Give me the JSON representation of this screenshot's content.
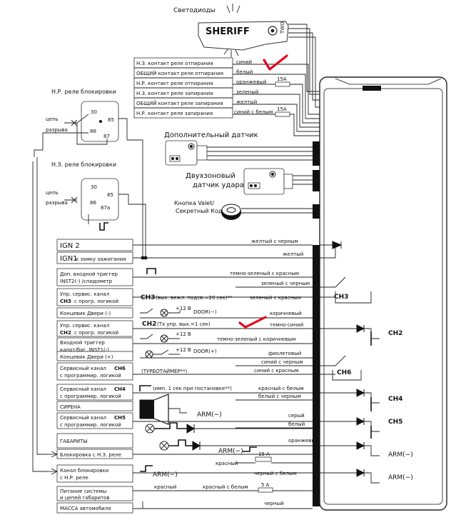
{
  "leds_label": "Светодиоды",
  "brand": "SHERIFF",
  "brand_suffix": "TWO",
  "relay_contacts": [
    {
      "label": "Н.З. контакт реле отпирания",
      "wire": "синий"
    },
    {
      "label": "ОБЩИЙ контакт реле отпирания",
      "wire": "белый"
    },
    {
      "label": "Н.Р. контакт реле отпирания",
      "wire": "оранжевый",
      "fuse": "15A"
    },
    {
      "label": "Н.З. контакт реле запирания",
      "wire": "зеленый"
    },
    {
      "label": "ОБЩИЙ контакт реле запирания",
      "wire": "желтый"
    },
    {
      "label": "Н.Р. контакт реле запирания",
      "wire": "синий с белым",
      "fuse": "15A"
    }
  ],
  "relay_nr": {
    "title": "Н.Р. реле блокировки",
    "circuit": [
      "цепь",
      "разрыва"
    ],
    "pins": [
      "30",
      "85",
      "86",
      "87"
    ]
  },
  "relay_nz": {
    "title": "Н.З. реле блокировки",
    "circuit": [
      "цепь",
      "разрыва"
    ],
    "pins": [
      "30",
      "85",
      "86",
      "87a"
    ]
  },
  "extra_sensor": "Дополнительный датчик",
  "shock_sensor": [
    "Двухзоновый",
    "датчик удара"
  ],
  "valet": [
    "Кнопка Valet/",
    "Секретный Код"
  ],
  "left_boxes": {
    "ign2": "IGN 2",
    "ign1": "IGN1",
    "ign1_sub": "к замку зажигания",
    "inst2": [
      "Доп. входной триггер",
      "INST2(-) /спидометр"
    ],
    "ch3": [
      "Упр. сервис. канал",
      "СН3",
      "с прогр. логикой"
    ],
    "door_minus": "Концевик Двери (-)",
    "ch2": [
      "Упр. сервис. канал",
      "СН2",
      "с прогр. логикой"
    ],
    "inst1": [
      "Входной триггер",
      "капот/баг. INST1(-)"
    ],
    "door_plus": "Концевик Двери (+)",
    "ch6": [
      "Сервисный канал",
      "СН6",
      "с программир. логикой"
    ],
    "ch4": [
      "Сервисный канал",
      "СН4",
      "с программир. логикой"
    ],
    "siren": "СИРЕНА",
    "ch5": [
      "Сервисный канал",
      "СН5",
      "с программир. логикой"
    ],
    "parking": "ГАБАРИТЫ",
    "nz_block": "Блокировка с Н.З. реле",
    "nr_block": [
      "Канал блокировки",
      "с Н.Р. реле"
    ],
    "power": [
      "Питание системы",
      "и цепей габаритов"
    ],
    "ground": "МАССА автомобиля"
  },
  "wires": {
    "w_ign2": "желтый с черным",
    "w_ign1": "желтый",
    "w_inst2": "темно-зеленый с красным",
    "w_ch3_a": "зеленый с черным",
    "w_ch3_b": "зеленый с красным",
    "ch3_note": "СН3",
    "ch3_note_rest": "(вых. вежл. подсв.=20 сек)**",
    "w_door_minus": "коричневый",
    "door_minus": "DOOR(−)",
    "plus12": "+12 В",
    "ch2_note": "СН2",
    "ch2_note_rest": "(Тх упр. вых.=1 сек)",
    "w_ch2": "темно-синий",
    "w_inst1": "темно-зеленый с коричневым",
    "w_door_plus": "фиолетовый",
    "door_plus": "DOOR(+)",
    "w_ch6_a": "синий с черным",
    "w_ch6_b": "синий с красным",
    "turbo": "(ТУРБОТАЙМЕР**)",
    "w_ch4_a": "красный с белым",
    "imp": "(имп. 1 сек при постановке**)",
    "w_ch4_b": "белый с черным",
    "arm": "ARM(−)",
    "w_ch5_a": "серый",
    "w_ch5_b": "белый",
    "w_orange": "оранжевый",
    "fuse15": "15 А",
    "w_red": "красный",
    "w_black_white": "черный с белым",
    "w_red_white": "красный с белым",
    "fuse5": "5 А",
    "w_black": "черный"
  },
  "right_labels": {
    "ch3": "СН3",
    "ch2": "СН2",
    "ch6": "СН6",
    "ch4": "СН4",
    "ch5": "СН5",
    "arm1": "ARM(−)",
    "arm2": "ARM(−)"
  }
}
